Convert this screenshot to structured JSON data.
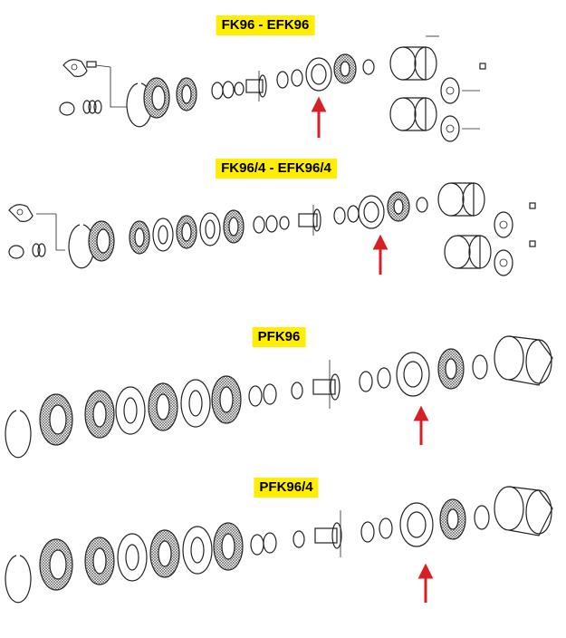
{
  "panels": [
    {
      "id": "p1",
      "label": "FK96 - EFK96"
    },
    {
      "id": "p2",
      "label": "FK96/4 - EFK96/4"
    },
    {
      "id": "p3",
      "label": "PFK96"
    },
    {
      "id": "p4",
      "label": "PFK96/4"
    }
  ],
  "colors": {
    "label_background": "#ffee00",
    "arrow": "#d61f26",
    "line_art": "#222222"
  }
}
